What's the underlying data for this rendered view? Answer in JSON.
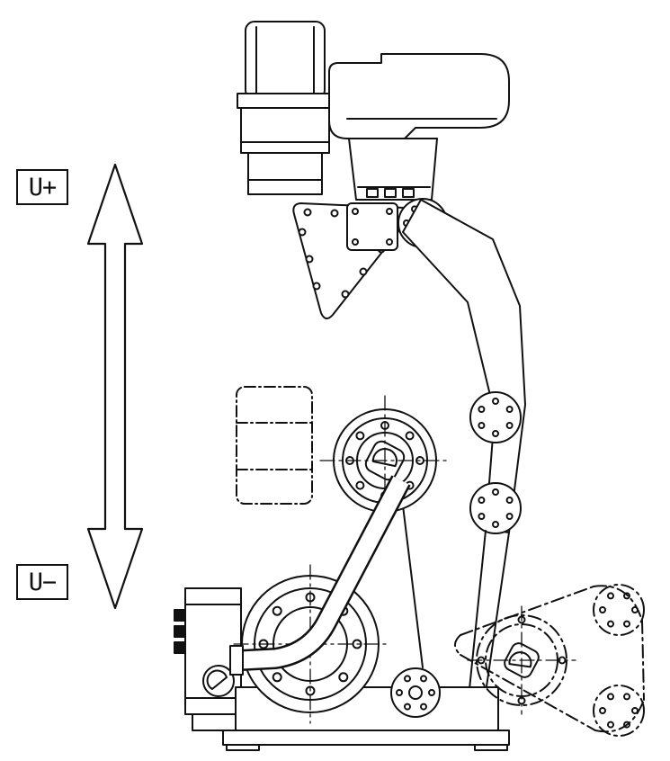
{
  "diagram": {
    "type": "technical-line-drawing",
    "subject": "Industrial robot manipulator side view showing U-axis (upper arm) motion directions",
    "labels": {
      "positive": "U+",
      "negative": "U−"
    },
    "arrow": {
      "orientation": "vertical",
      "style": "double-headed outline"
    },
    "colors": {
      "line": "#111111",
      "background": "#ffffff"
    }
  }
}
